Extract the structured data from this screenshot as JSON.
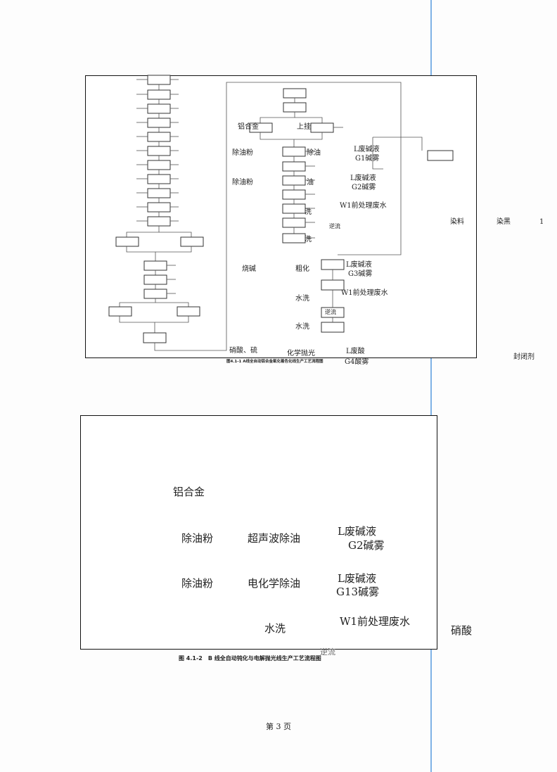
{
  "figure1": {
    "labels": {
      "aluminum_alloy": "铝合金",
      "upper": "上挂",
      "degreasing_powder_1": "除油粉",
      "degreasing_powder_2": "除油粉",
      "partial_degrease": "除油",
      "partial_oil": "油",
      "waste_alkali_1": "L废碱液",
      "alkali_mist_1": "G1碱雾",
      "waste_alkali_2": "L废碱液",
      "alkali_mist_2": "G2碱雾",
      "pretreat_waste_1": "W1前处理废水",
      "countercurrent_1": "逆流",
      "partial_1": "洗",
      "partial_2": "洗",
      "caustic_soda": "烧碱",
      "coarsening": "粗化",
      "waste_alkali_3": "L废碱液",
      "alkali_mist_3": "G3碱雾",
      "water_wash_1": "水洗",
      "pretreat_waste_2": "W1前处理废水",
      "countercurrent_2": "逆流",
      "water_wash_2": "水洗",
      "nitric_sulfuric": "硝酸、硫",
      "chemical_polish": "化学抛光",
      "waste_acid": "L废酸",
      "acid_mist": "G4酸雾"
    },
    "caption": "图4.1-1 A线全自动铝合金氧化着色化线生产工艺流程图"
  },
  "outside1": {
    "dye": "染料",
    "dye_black": "染黑",
    "number": "1",
    "sealant": "封闭剂"
  },
  "figure2": {
    "labels": {
      "aluminum_alloy": "铝合金",
      "degreasing_powder_1": "除油粉",
      "ultrasonic_degrease": "超声波除油",
      "waste_alkali_1": "L废碱液",
      "alkali_mist_1": "G2碱雾",
      "degreasing_powder_2": "除油粉",
      "electro_degrease": "电化学除油",
      "waste_alkali_2": "L废碱液",
      "alkali_mist_2": "G13碱雾",
      "water_wash": "水洗",
      "pretreat_waste": "W1前处理废水",
      "countercurrent": "逆流"
    },
    "caption": "图 4.1-2　B 线全自动钝化与电解抛光线生产工艺流程图"
  },
  "outside2": {
    "nitric_acid": "硝酸"
  },
  "page_number": "第 3 页"
}
